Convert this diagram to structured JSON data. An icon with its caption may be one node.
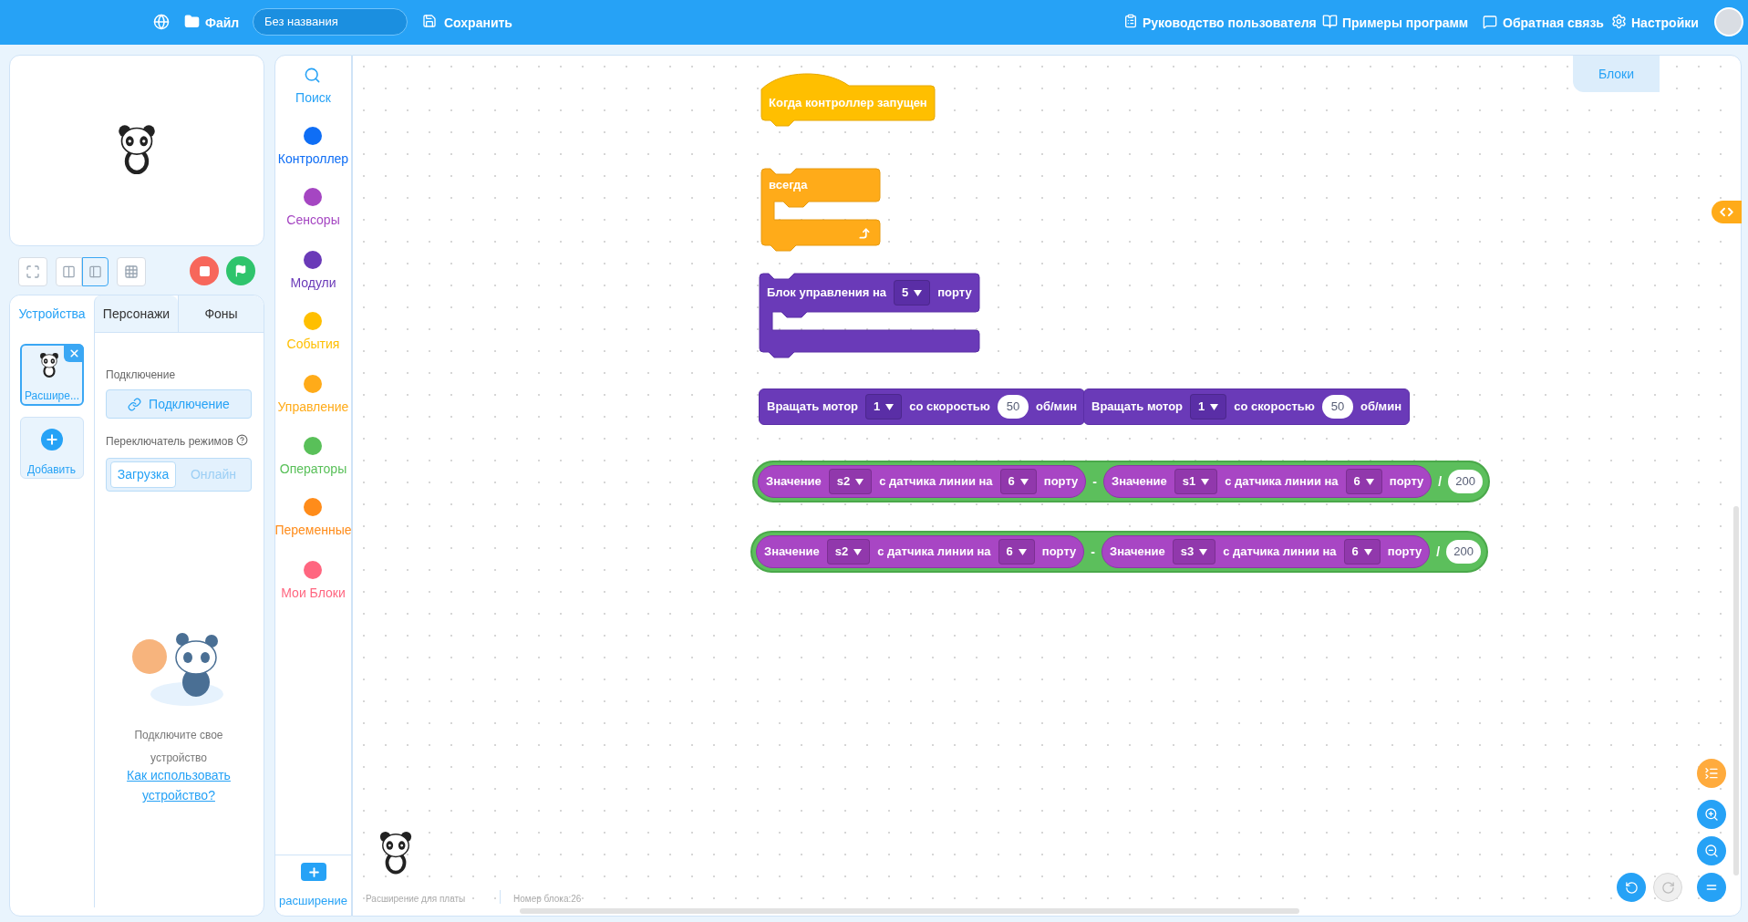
{
  "diagram": {
    "nodes": [
      {
        "text": [
          "Когда контроллер запущен"
        ]
      },
      {
        "text": [
          "всегда"
        ]
      },
      {
        "text": [
          "Блок управления на",
          "порту"
        ]
      },
      {
        "text": [
          "5"
        ],
        "in": 2
      },
      {
        "text": [
          "Вращать мотор",
          "со скоростью",
          "об/мин"
        ]
      },
      {
        "text": [
          "1"
        ],
        "in": 4
      },
      {
        "text": [
          "50"
        ],
        "in": 4
      },
      {
        "text": [
          "Вращать мотор",
          "со скоростью",
          "об/мин"
        ]
      },
      {
        "text": [
          "1"
        ],
        "in": 7
      },
      {
        "text": [
          "50"
        ],
        "in": 7
      },
      {
        "text": [
          "-",
          "/"
        ]
      },
      {
        "text": [
          "Значение",
          "с датчика линии на",
          "порту"
        ],
        "in": 10
      },
      {
        "text": [
          "s2"
        ],
        "in": 11
      },
      {
        "text": [
          "6"
        ],
        "in": 11
      },
      {
        "text": [
          "Значение",
          "с датчика линии на",
          "порту"
        ],
        "in": 10
      },
      {
        "text": [
          "s1"
        ],
        "in": 14
      },
      {
        "text": [
          "6"
        ],
        "in": 14
      },
      {
        "text": [
          "200"
        ],
        "in": 10
      },
      {
        "text": [
          "-",
          "/"
        ]
      },
      {
        "text": [
          "Значение",
          "с датчика линии на",
          "порту"
        ],
        "in": 18
      },
      {
        "text": [
          "s2"
        ],
        "in": 19
      },
      {
        "text": [
          "6"
        ],
        "in": 19
      },
      {
        "text": [
          "Значение",
          "с датчика линии на",
          "порту"
        ],
        "in": 18
      },
      {
        "text": [
          "s3"
        ],
        "in": 22
      },
      {
        "text": [
          "6"
        ],
        "in": 22
      },
      {
        "text": [
          "200"
        ],
        "in": 18
      }
    ],
    "labels": [
      "Файл",
      "Без названия",
      "Сохранить",
      "Руководство пользователя",
      "Примеры программ",
      "Обратная связь",
      "Настройки",
      "Устройства",
      "Персонажи",
      "Фоны",
      "Расшире...",
      "Добавить",
      "Подключение",
      "Подключение",
      "Переключатель режимов",
      "Загрузка",
      "Онлайн",
      "Подключите свое устройство",
      "Как использовать устройство?",
      "Поиск",
      "Контроллер",
      "Сенсоры",
      "Модули",
      "События",
      "Управление",
      "Операторы",
      "Переменные",
      "Мои Блоки",
      "расширение",
      "Блоки",
      "Расширение для платы",
      "Номер блока:26"
    ]
  }
}
